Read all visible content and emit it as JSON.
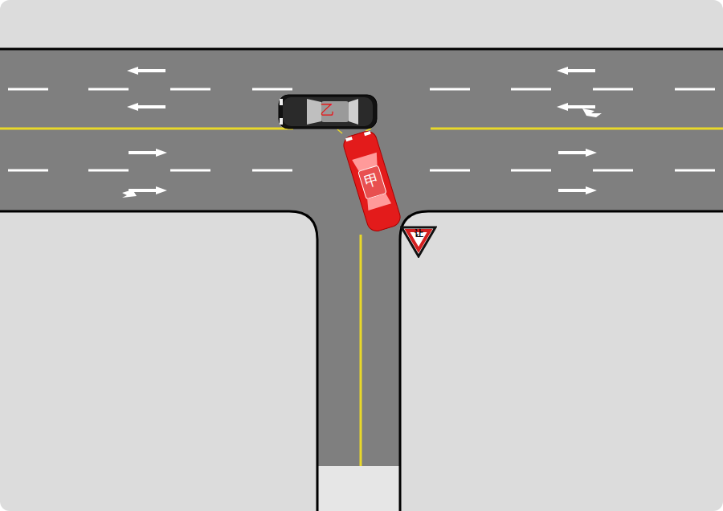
{
  "diagram": {
    "nodes": [
      {
        "text": [
          "乙"
        ]
      },
      {
        "text": [
          "甲"
        ]
      },
      {
        "text": [
          "让"
        ]
      }
    ]
  }
}
